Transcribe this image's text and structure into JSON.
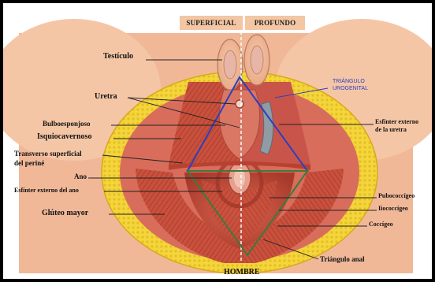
{
  "headers": {
    "left": "SUPERFICIAL",
    "right": "PROFUNDO"
  },
  "labels": {
    "testiculo": "Testículo",
    "uretra": "Uretra",
    "bulbo": "Bulboesponjoso",
    "isquio": "Isquiocavernoso",
    "transverso_1": "Transverso superficial",
    "transverso_2": "del periné",
    "ano": "Ano",
    "esfinter_anal": "Esfínter externo del ano",
    "gluteo": "Glúteo mayor",
    "triangulo_uro_1": "TRIÁNGULO",
    "triangulo_uro_2": "UROGENITAL",
    "esfinter_uretra_1": "Esfínter externo",
    "esfinter_uretra_2": "de la uretra",
    "pubococcigeo": "Pubococcígeo",
    "iliococcigeo": "Iiococcígeo",
    "coccigeo": "Coccígeo",
    "triangulo_anal": "Triángulo anal"
  },
  "caption": "HOMBRE",
  "colors": {
    "urogenital_triangle": "#2b3fbf",
    "anal_triangle": "#3c7a3c",
    "header_bg": "#f3c6a4",
    "fat": "#f2d23a",
    "muscle": "#c04a3a"
  }
}
